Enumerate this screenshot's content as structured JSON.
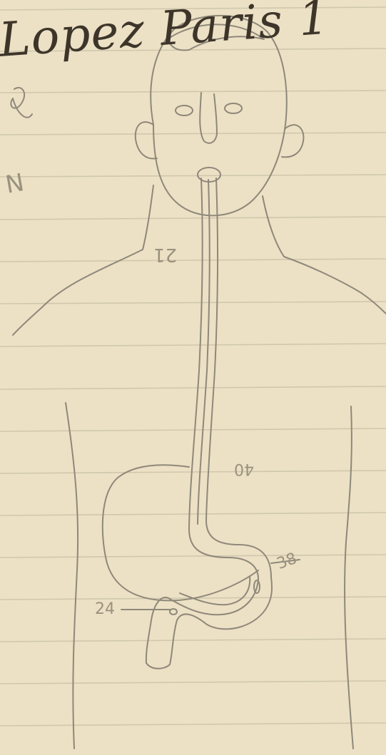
{
  "document": {
    "header_handwriting": "Lopez Paris 1"
  },
  "sketch_labels": {
    "neck": "21",
    "stomach": "40",
    "duodenum": "38",
    "pylorus": "24",
    "margin_mark": "N"
  },
  "colors": {
    "paper": "#ece1c5",
    "rule_line": "#cfc7ad",
    "ink": "#3e352a",
    "pencil": "#8f887a"
  }
}
